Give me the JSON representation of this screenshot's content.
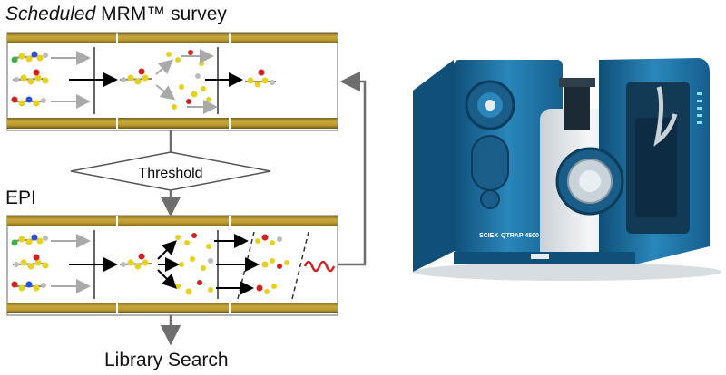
{
  "labels": {
    "mrm_title_italic": "Scheduled",
    "mrm_title_rest": " MRM™ survey",
    "threshold": "Threshold",
    "epi": "EPI",
    "library_search": "Library Search"
  },
  "instrument": {
    "brand_text": "SCIEX",
    "model_text": "QTRAP 4500",
    "body_color": "#1f6f9e",
    "housing_color": "#e8ecef"
  },
  "colors": {
    "rod": "#b8982e",
    "arrow": "#000000",
    "arrow_gray": "#a9a9a9",
    "flow_line": "#6e6e6e",
    "signal_wave": "#d62020"
  }
}
